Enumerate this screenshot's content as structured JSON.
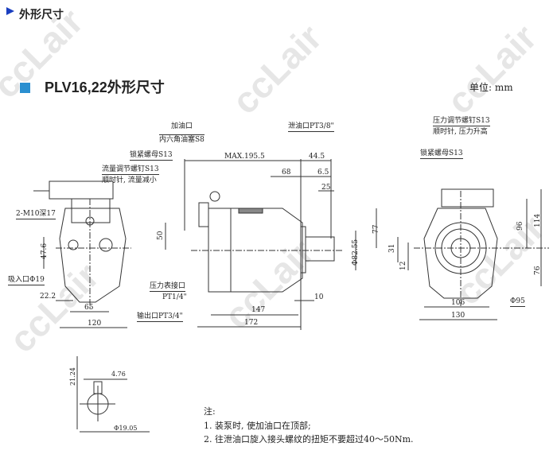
{
  "header": {
    "title": "外形尺寸"
  },
  "section": {
    "title": "PLV16,22外形尺寸",
    "unit": "单位: mm",
    "accent": "#2a8fd0"
  },
  "watermark": "ccLair",
  "left_view": {
    "labels": {
      "tapped_holes": "2-M10深17",
      "suction": "吸入口Φ19",
      "flow_screw": "流量调节螺钉S13",
      "flow_dir": "顺时针, 流量减小",
      "lock_nut": "锁紧螺母S13",
      "fill_port": "加油口",
      "fill_plug": "内六角油塞S8",
      "gauge_port": "压力表接口",
      "gauge_thread": "PT1/4\"",
      "outlet": "输出口PT3/4\""
    },
    "dims": {
      "width": "120",
      "center": "65",
      "offset": "22.2",
      "height": "47.6"
    }
  },
  "side_view": {
    "labels": {
      "drain": "泄油口PT3/8\""
    },
    "dims": {
      "max_len": "MAX.195.5",
      "shaft_len": "44.5",
      "d68": "68",
      "d65": "6.5",
      "key_len": "25",
      "h77": "77",
      "pilot": "Φ82.55",
      "h50": "50",
      "flange": "10",
      "body": "147",
      "total": "172"
    }
  },
  "front_view": {
    "labels": {
      "pressure_screw": "压力调节螺钉S13",
      "pressure_dir": "顺时针, 压力升高",
      "lock_nut": "锁紧螺母S13"
    },
    "dims": {
      "w106": "106",
      "w130": "130",
      "h96": "96",
      "h114": "114",
      "h76": "76",
      "d31": "31",
      "d12": "12",
      "bolt_circle": "Φ95"
    }
  },
  "shaft_detail": {
    "height": "21.24",
    "key": "4.76",
    "dia": "Φ19.05"
  },
  "notes": {
    "title": "注:",
    "items": [
      "1. 装泵时, 使加油口在顶部;",
      "2. 往泄油口旋入接头螺纹的扭矩不要超过40～50Nm."
    ]
  }
}
